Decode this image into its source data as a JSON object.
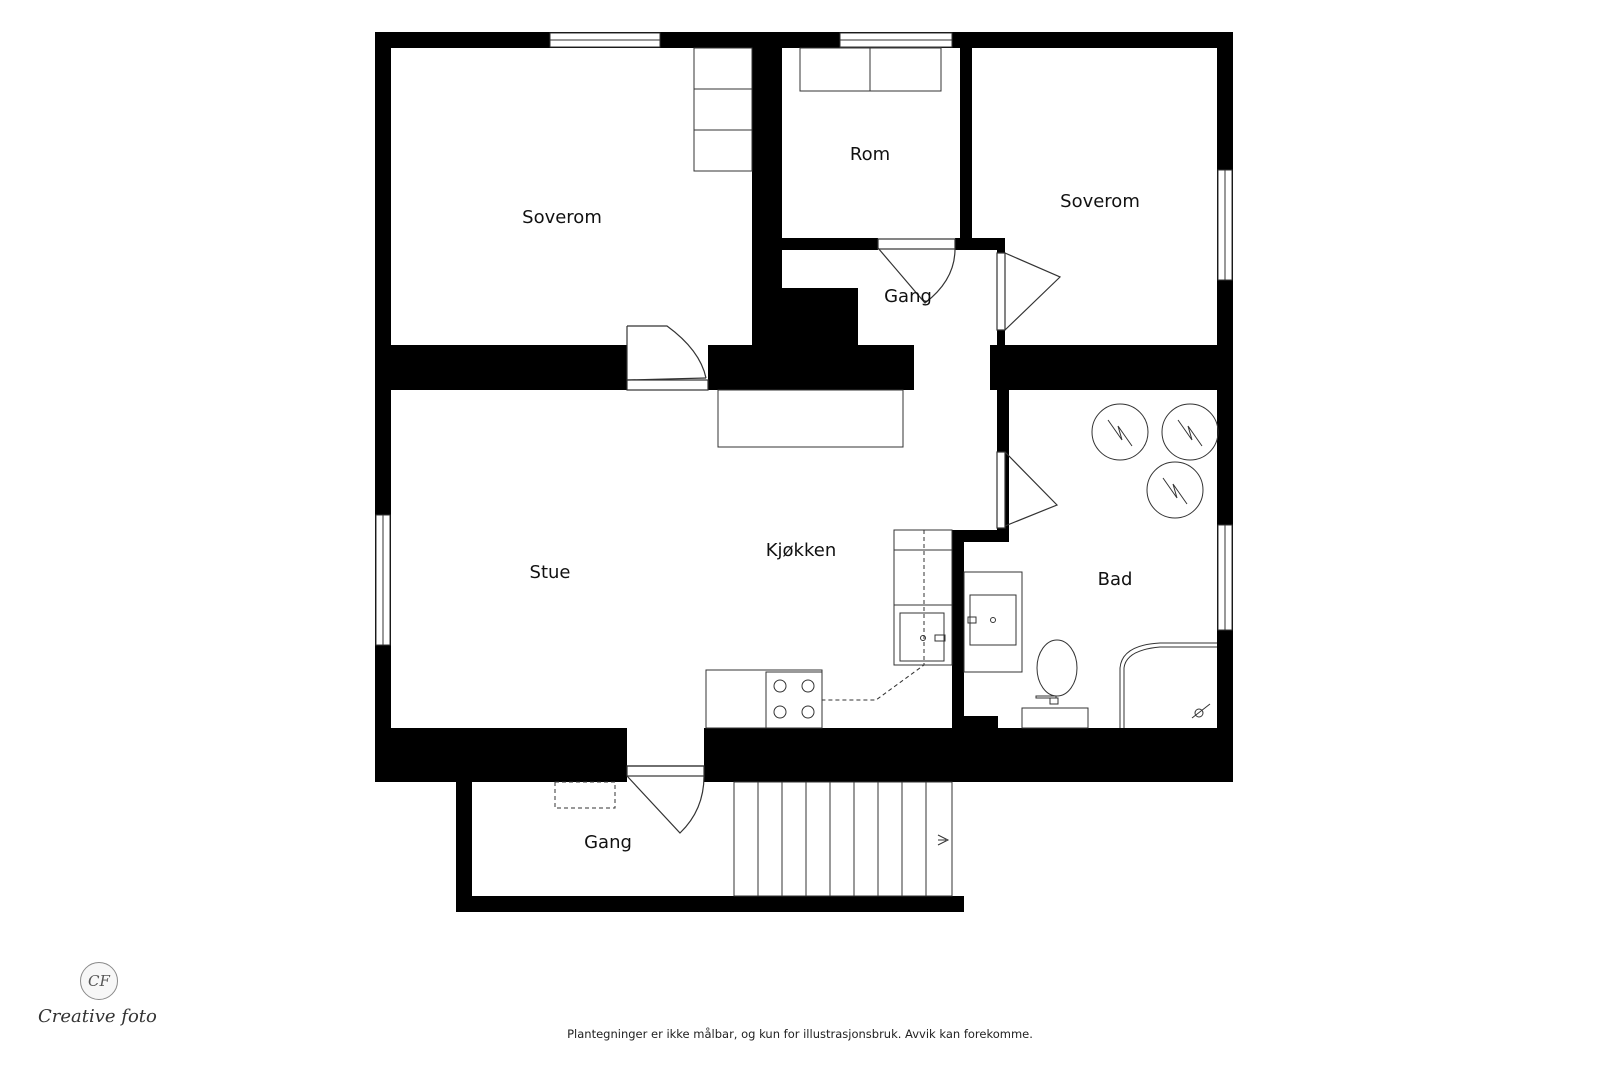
{
  "rooms": {
    "soverom_left": "Soverom",
    "rom": "Rom",
    "soverom_right": "Soverom",
    "gang_upper": "Gang",
    "stue": "Stue",
    "kjokken": "Kjøkken",
    "bad": "Bad",
    "gang_lower": "Gang"
  },
  "disclaimer": "Plantegninger er ikke målbar, og kun for illustrasjonsbruk. Avvik kan forekomme.",
  "logo": {
    "monogram": "CF",
    "text": "Creative foto"
  },
  "colors": {
    "wall": "#000000",
    "line": "#333333",
    "background": "#ffffff"
  }
}
